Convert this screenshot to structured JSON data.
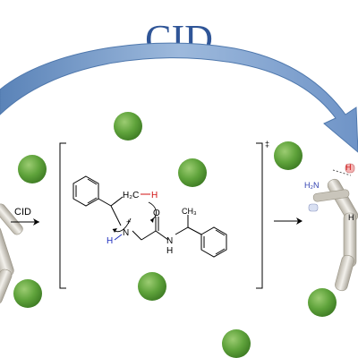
{
  "title": "CID",
  "arrow_label": "CID",
  "colors": {
    "title": "#2f5597",
    "arrow": "#7fa3cf",
    "sphere": "#5fa33b",
    "bond": "#000000",
    "nitrogen": "#1f2fbf",
    "hydrogen_red": "#d01010"
  },
  "molecule": {
    "ch2_label": "H₂C",
    "h_red": "H",
    "nh_plus_n": "N",
    "nh_plus_h": "H",
    "plus": "+",
    "carbonyl_o": "O",
    "amide_n": "N",
    "amide_h": "H",
    "methyl": "CH₃",
    "dagger": "‡"
  },
  "product_fragment": {
    "h2n": "H₂N",
    "h_red": "H",
    "h_side": "H"
  }
}
